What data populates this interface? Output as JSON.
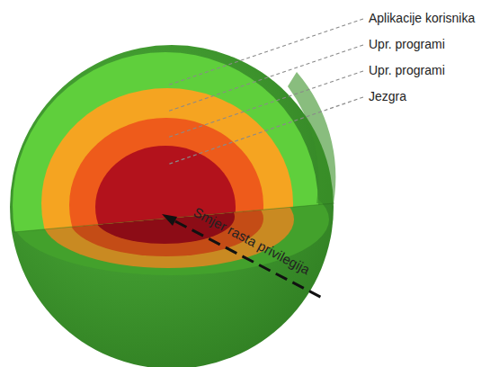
{
  "diagram": {
    "labels": [
      "Aplikacije korisnika",
      "Upr. programi",
      "Upr. programi",
      "Jezgra",
      "Smjer rasta privilegija"
    ]
  }
}
